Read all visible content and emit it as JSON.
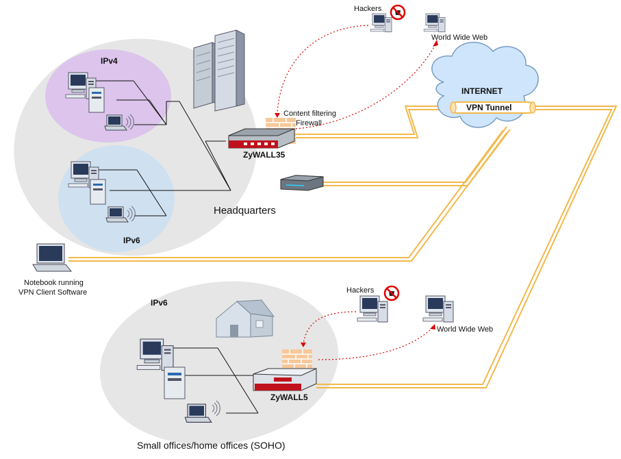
{
  "labels": {
    "hq_ipv4": "IPv4",
    "hq_ipv6": "IPv6",
    "headquarters": "Headquarters",
    "zywall35": "ZyWALL35",
    "content_filtering": "Content filtering",
    "firewall": "Firewall",
    "hackers_top": "Hackers",
    "www_top": "World Wide Web",
    "internet": "INTERNET",
    "vpn_tunnel": "VPN Tunnel",
    "notebook_line1": "Notebook running",
    "notebook_line2": "VPN Client Software",
    "soho_ipv6": "IPv6",
    "hackers_bottom": "Hackers",
    "www_bottom": "World Wide Web",
    "zywall5": "ZyWALL5",
    "soho": "Small offices/home offices (SOHO)"
  },
  "colors": {
    "zone_gray": "#e6e6e6",
    "ipv4_purple": "#dcc4ec",
    "ipv6_blue": "#cfe0f0",
    "tunnel_orange": "#f2b84a",
    "threat_red": "#dd0000",
    "device_red": "#b0121b",
    "cloud_blue": "#cfe5fb"
  },
  "icons": [
    "server-tower-icon",
    "desktop-pc-icon",
    "laptop-icon",
    "wireless-icon",
    "firewall-brick-icon",
    "router-icon",
    "house-icon",
    "cloud-icon",
    "no-hacker-icon"
  ]
}
